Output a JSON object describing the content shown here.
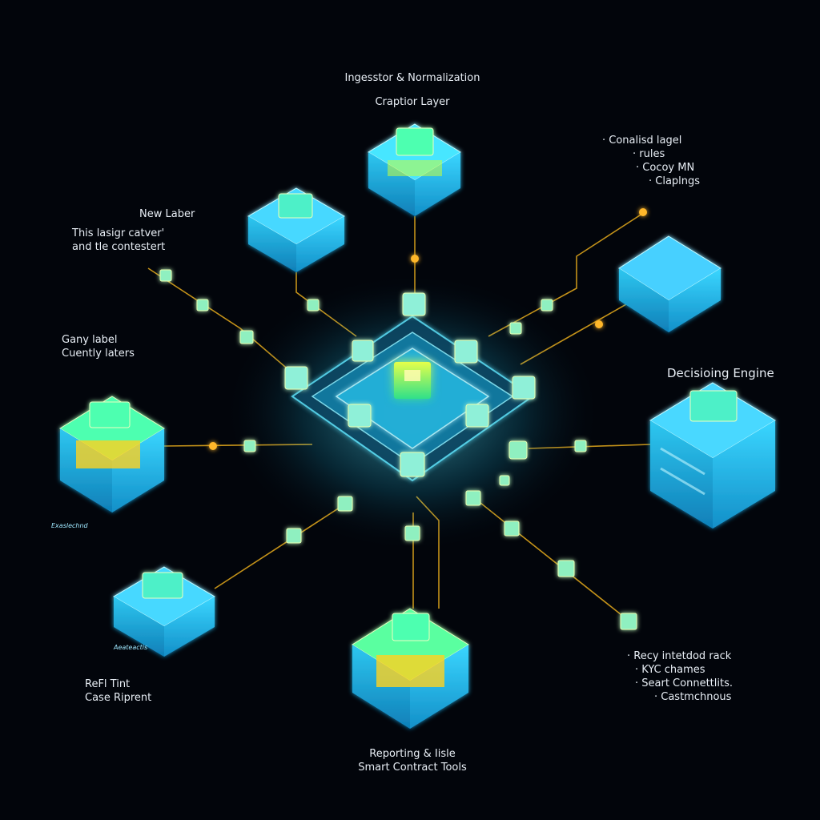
{
  "labels": {
    "top_title": "Ingesstor & Normalization",
    "top_sub": "Craptior Layer",
    "top_right": [
      "· Conalisd lagel",
      "· rules",
      "· Cocoy MN",
      "· Claplngs"
    ],
    "left_upper": [
      "New Laber",
      "This lasigr catver'",
      "and tle contestert"
    ],
    "left_mid": [
      "Gany label",
      "Cuently laters"
    ],
    "left_module_tag": "Exaslechnd",
    "right_title": "Decisioing Engine",
    "bottom_left_tag": "Aeateactis",
    "bottom_left": [
      "ReFl Tint",
      "Case Riprent"
    ],
    "bottom": [
      "Reporting & Iisle",
      "Smart Contract Tools"
    ],
    "bottom_right": [
      "· Recy intetdod rack",
      "· KYC chames",
      "· Seart Connettlits.",
      "· Castmchnous"
    ]
  },
  "colors": {
    "background": "#02050b",
    "cyan": "#35d8ff",
    "green": "#4dffb0",
    "yellow": "#ffd21e",
    "line": "#d9a21b",
    "text": "#e8eef5"
  },
  "icons": [
    "server-block-icon",
    "core-hub-icon",
    "node-cube-icon"
  ]
}
